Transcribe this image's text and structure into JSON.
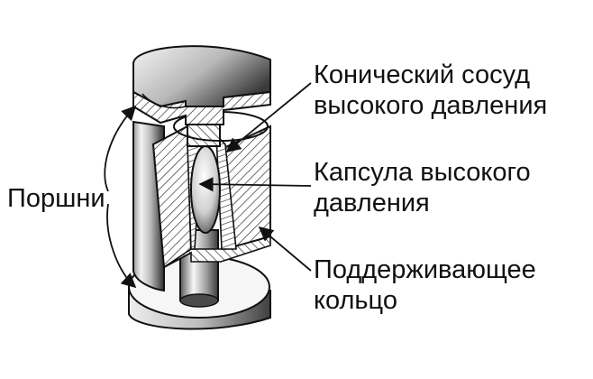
{
  "labels": {
    "cone_vessel": [
      "Конический сосуд",
      "высокого давления"
    ],
    "capsule": [
      "Капсула высокого",
      "давления"
    ],
    "support_ring": [
      "Поддерживающее",
      "кольцо"
    ],
    "pistons": "Поршни"
  },
  "colors": {
    "outline": "#111111",
    "background": "#ffffff",
    "hatch": "#222222",
    "metal_light": "#f4f4f4",
    "metal_dark": "#3a3a3a"
  }
}
